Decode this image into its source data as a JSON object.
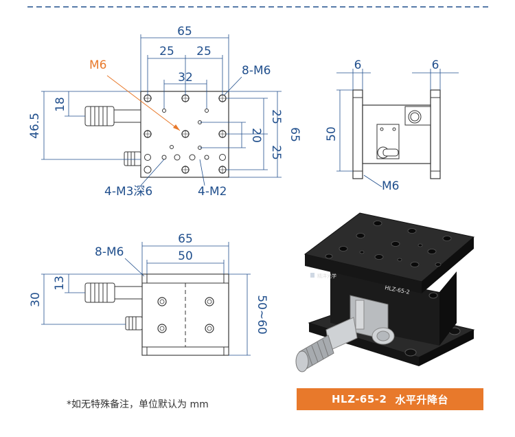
{
  "top_view": {
    "width_overall": "65",
    "pitch_left": "25",
    "pitch_right": "25",
    "pitch_inner": "32",
    "height_overall_right": "65",
    "pitch_v_top": "25",
    "pitch_v_bottom": "25",
    "pitch_v_inner": "20",
    "left_height": "46.5",
    "left_offset": "18",
    "callout_m6_orange": "M6",
    "callout_8m6": "8-M6",
    "callout_4m3": "4-M3深6",
    "callout_4m2": "4-M2"
  },
  "side_view": {
    "left_flange": "6",
    "right_flange": "6",
    "height": "50",
    "callout_m6": "M6"
  },
  "front_view": {
    "callout_8m6": "8-M6",
    "width_overall": "65",
    "width_inner": "50",
    "height": "30",
    "offset": "13",
    "travel_height": "50~60"
  },
  "product": {
    "logo_text": "精洋光学",
    "model_label": "HLZ-65-2"
  },
  "footer": {
    "note": "*如无特殊备注，单位默认为 mm",
    "badge_model": "HLZ-65-2",
    "badge_name": "水平升降台"
  },
  "colors": {
    "dimension": "#1f4e8c",
    "accent": "#e8792b",
    "line": "#333333"
  }
}
